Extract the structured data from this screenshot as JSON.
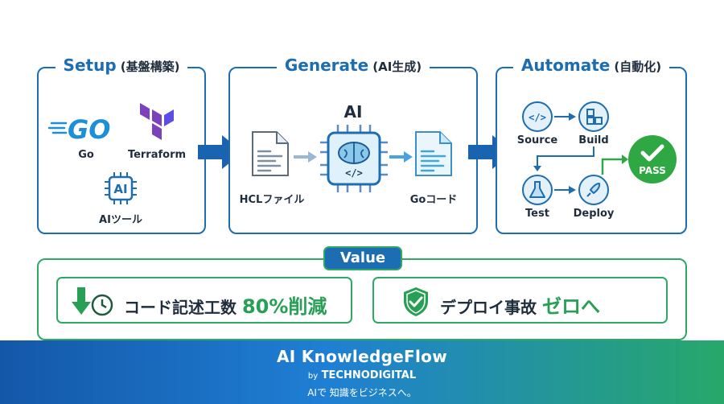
{
  "setup": {
    "title": "Setup",
    "subtitle": "(基盤構築)",
    "go_logo": "GO",
    "go_label": "Go",
    "terraform_label": "Terraform",
    "ai_chip_text": "AI",
    "ai_tool_label": "AIツール"
  },
  "generate": {
    "title": "Generate",
    "subtitle": "(AI生成)",
    "ai_heading": "AI",
    "hcl_label": "HCLファイル",
    "go_code_label": "Goコード"
  },
  "automate": {
    "title": "Automate",
    "subtitle": "(自動化)",
    "source_label": "Source",
    "build_label": "Build",
    "test_label": "Test",
    "deploy_label": "Deploy",
    "pass_label": "PASS"
  },
  "value": {
    "badge": "Value",
    "item1_text": "コード記述工数",
    "item1_highlight": "80%削減",
    "item2_text": "デプロイ事故",
    "item2_highlight": "ゼロへ"
  },
  "footer": {
    "brand": "AI KnowledgeFlow",
    "by": "by",
    "company": "TECHNODIGITAL",
    "tagline": "AIで 知識をビジネスへ。"
  },
  "colors": {
    "primary_blue": "#1d6db3",
    "accent_green": "#2fa866",
    "pass_green": "#2fa844"
  }
}
